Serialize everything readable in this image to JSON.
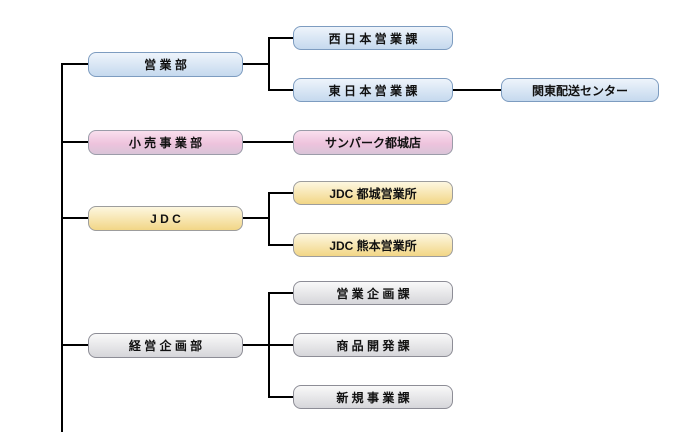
{
  "org": {
    "type": "org-chart",
    "departments": [
      {
        "label": "営 業 部",
        "style": "blue",
        "children": [
          {
            "label": "西 日 本 営 業 課",
            "style": "blue",
            "children": []
          },
          {
            "label": "東 日 本 営 業 課",
            "style": "blue",
            "children": [
              {
                "label": "関東配送センター",
                "style": "blue",
                "children": []
              }
            ]
          }
        ]
      },
      {
        "label": "小 売 事 業 部",
        "style": "pink",
        "children": [
          {
            "label": "サンパーク都城店",
            "style": "pink",
            "children": []
          }
        ]
      },
      {
        "label": "J D C",
        "style": "yellow",
        "children": [
          {
            "label": "JDC 都城営業所",
            "style": "yellow",
            "children": []
          },
          {
            "label": "JDC 熊本営業所",
            "style": "yellow",
            "children": []
          }
        ]
      },
      {
        "label": "経 営 企 画 部",
        "style": "gray",
        "children": [
          {
            "label": "営 業 企 画 課",
            "style": "gray",
            "children": []
          },
          {
            "label": "商 品 開 発 課",
            "style": "gray",
            "children": []
          },
          {
            "label": "新 規 事 業 課",
            "style": "gray",
            "children": []
          }
        ]
      }
    ],
    "colors": {
      "line": "#000000",
      "blue_fill_top": "#eef4fb",
      "blue_fill_bottom": "#c5d9ee",
      "blue_border": "#7d9cc0",
      "pink_fill_top": "#f9dfee",
      "pink_fill_mid": "#eec3dd",
      "pink_fill_bottom": "#d9c4d8",
      "pink_border": "#9b9ca9",
      "yellow_fill_top": "#fdf7e0",
      "yellow_fill_bottom": "#f2d686",
      "yellow_border": "#9d9d9d",
      "gray_fill_top": "#f9f9f9",
      "gray_fill_bottom": "#d6d6da",
      "gray_border": "#8d8d96"
    }
  }
}
